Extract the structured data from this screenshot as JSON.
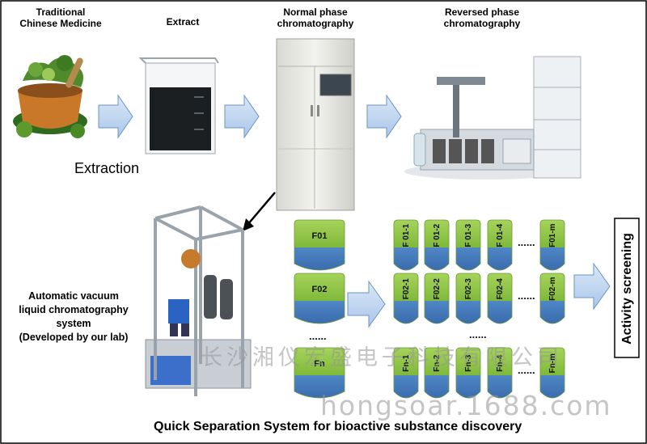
{
  "labels": {
    "tcm": "Traditional\nChinese Medicine",
    "extract": "Extract",
    "normal_phase": "Normal phase\nchromatography",
    "reversed_phase": "Reversed phase\nchromatography",
    "extraction": "Extraction",
    "system": "Automatic vacuum\nliquid chromatography\nsystem\n(Developed by our lab)",
    "activity": "Activity screening",
    "footer": "Quick Separation System for bioactive substance discovery"
  },
  "fractions": {
    "main": [
      "F01",
      "F02",
      "......",
      "Fn"
    ],
    "row1": [
      "F 01-1",
      "F 01-2",
      "F 01-3",
      "F 01-4",
      "......",
      "F01-m"
    ],
    "row2": [
      "F02-1",
      "F02-2",
      "F02-3",
      "F02-4",
      "......",
      "F02-m"
    ],
    "middle_dots": "......",
    "row3": [
      "Fn-1",
      "Fn-2",
      "Fn-3",
      "Fn-4",
      "......",
      "Fn-m"
    ]
  },
  "watermark": {
    "chinese": "长沙湘仪宏盛电子科技有限公司",
    "site": "hongsoar.1688.com"
  },
  "colors": {
    "tube_top": "#8dc63f",
    "tube_bottom": "#4a7fc1",
    "arrow_fill": "#bcd4ee",
    "arrow_stroke": "#6a94c8"
  }
}
